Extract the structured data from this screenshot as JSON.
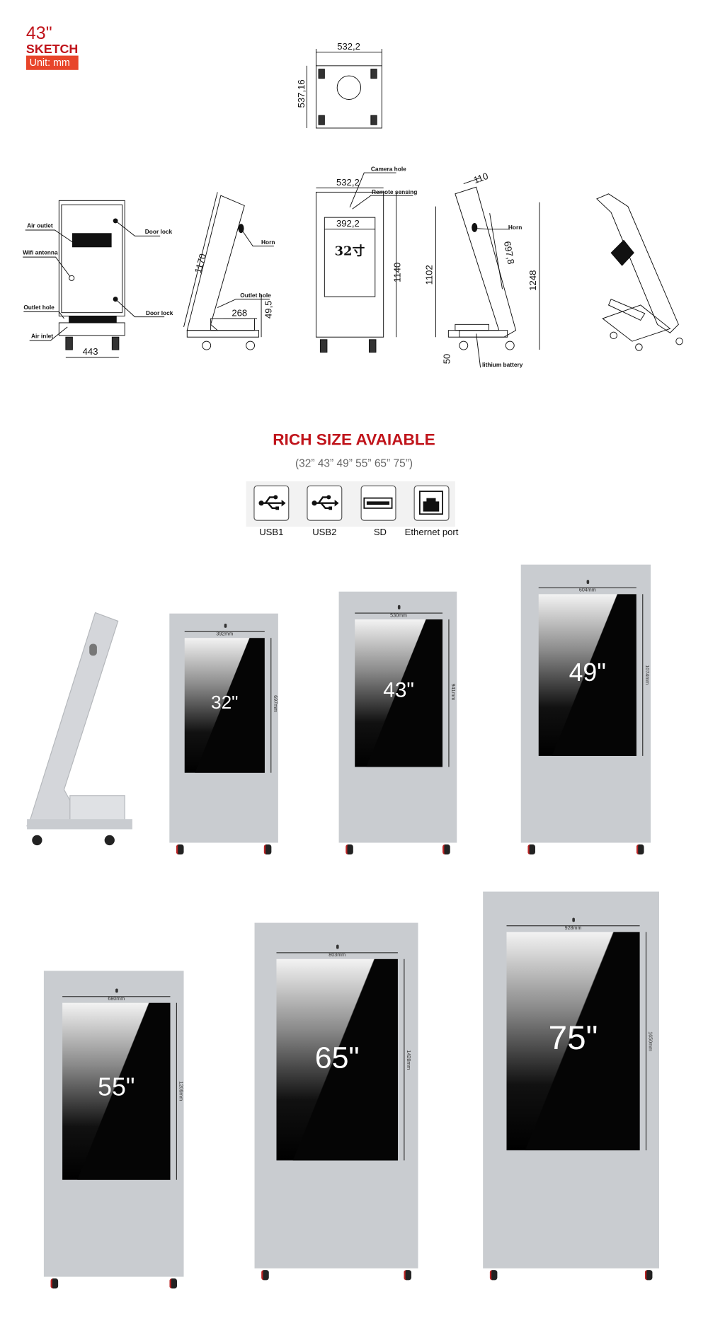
{
  "header": {
    "size": "43\"",
    "title": "SKETCH",
    "unit": "Unit: mm"
  },
  "sketch": {
    "top_view": {
      "width": "532,2",
      "depth": "537,16"
    },
    "rear_view": {
      "air_outlet": "Air outlet",
      "wifi_antenna": "Wifi antenna",
      "outlet_hole": "Outlet hole",
      "air_inlet": "Air inlet",
      "door_lock_top": "Door lock",
      "door_lock_bottom": "Door lock",
      "base_width": "443"
    },
    "side_view": {
      "horn": "Horn",
      "outlet_hole": "Outlet hole",
      "length": "1170",
      "base": "268",
      "base_height": "49,5"
    },
    "front_view": {
      "camera_hole": "Camera hole",
      "remote_sensing": "Remote sensing",
      "width": "532,2",
      "screen_width": "392,2",
      "screen_label": "32寸",
      "height": "1140"
    },
    "side_view_2": {
      "depth": "110",
      "horn": "Horn",
      "screen_height": "697,8",
      "height_a": "1102",
      "height_b": "1248",
      "base": "50",
      "battery": "lithium battery"
    }
  },
  "sizes": {
    "title": "RICH SIZE AVAIABLE",
    "subtitle": "(32” 43” 49” 55” 65” 75”)"
  },
  "ports": [
    {
      "label": "USB1",
      "icon": "usb-icon"
    },
    {
      "label": "USB2",
      "icon": "usb-icon"
    },
    {
      "label": "SD",
      "icon": "sd-slot-icon"
    },
    {
      "label": "Ethernet port",
      "icon": "ethernet-icon"
    }
  ],
  "kiosks": [
    {
      "size": "32\"",
      "width": "392mm",
      "height": "697mm"
    },
    {
      "size": "43\"",
      "width": "530mm",
      "height": "941mm"
    },
    {
      "size": "49\"",
      "width": "604mm",
      "height": "1074mm"
    },
    {
      "size": "55\"",
      "width": "680mm",
      "height": "1209mm"
    },
    {
      "size": "65\"",
      "width": "803mm",
      "height": "1428mm"
    },
    {
      "size": "75\"",
      "width": "928mm",
      "height": "1650mm"
    }
  ]
}
